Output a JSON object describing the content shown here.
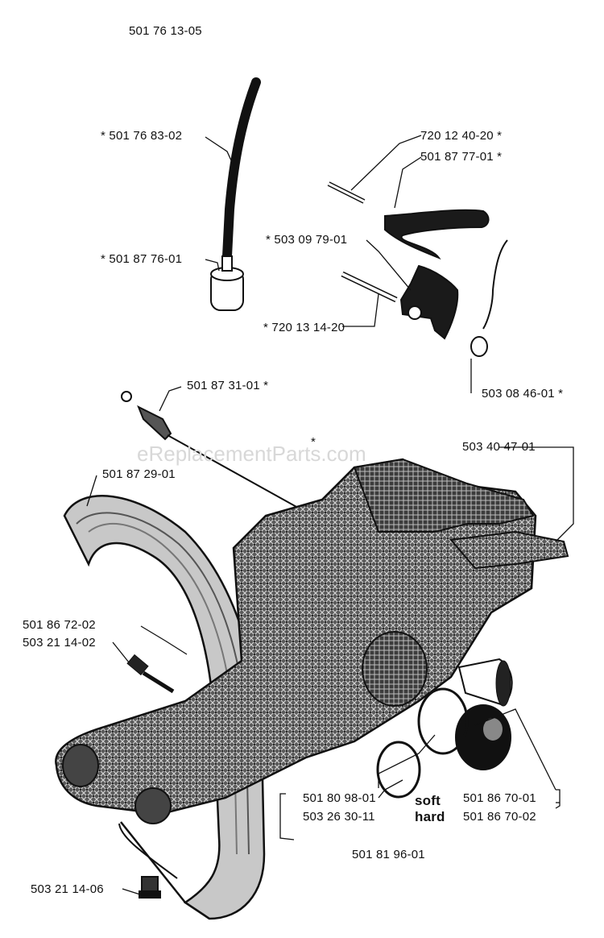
{
  "diagram": {
    "assembly_number": "501 76 13-05",
    "watermark": "eReplacementParts.com",
    "star_mark": "*",
    "parts": {
      "p501768302": "*  501 76 83-02",
      "p501877601": "*  501 87 76-01",
      "p720124020": "720 12 40-20  *",
      "p501877701": "501 87 77-01  *",
      "p503097901": "*  503 09 79-01",
      "p720131420": "*  720 13 14-20",
      "p503084601": "503 08 46-01  *",
      "p501873101": "501 87 31-01  *",
      "p503404701": "503 40 47-01",
      "p501872901": "501 87 29-01",
      "p501867202": "501 86 72-02",
      "p503211402": "503 21 14-02",
      "p501809801": "501 80 98-01",
      "p503263011": "503 26 30-11",
      "p501867001": "501 86 70-01",
      "p501867002": "501 86 70-02",
      "p501819601": "501 81 96-01",
      "p503211406": "503 21 14-06"
    },
    "notes": {
      "soft": "soft",
      "hard": "hard"
    }
  }
}
